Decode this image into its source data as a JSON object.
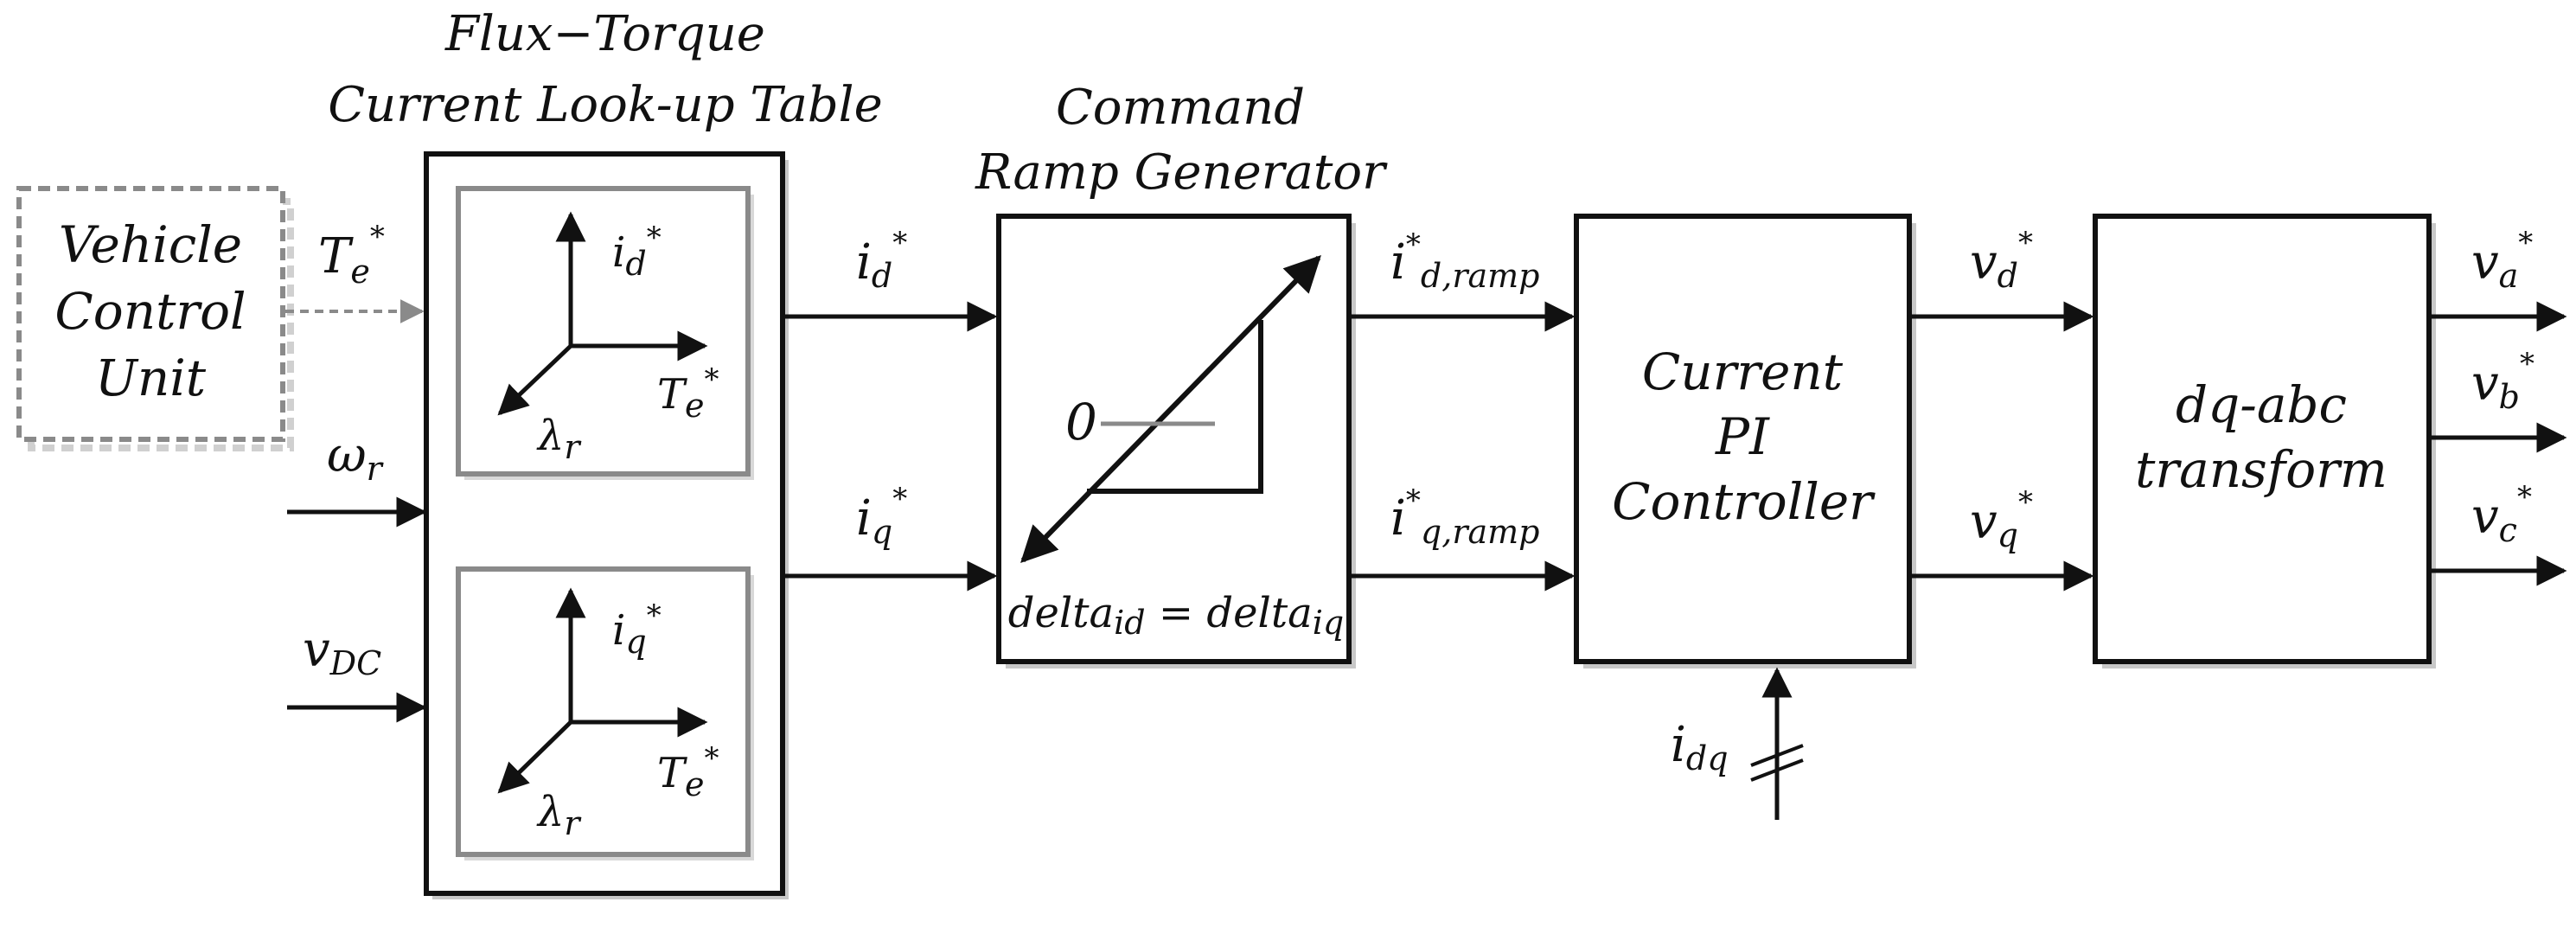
{
  "colors": {
    "stroke": "#111111",
    "inner_box": "#8a8a8a",
    "dashed": "#8a8a8a",
    "ramp_zero": "#8a8a8a",
    "shadow": "#c8c8c8"
  },
  "titles": {
    "lut_line1": "Flux−Torque",
    "lut_line2": "Current Look-up Table",
    "ramp_line1": "Command",
    "ramp_line2": "Ramp Generator"
  },
  "vcu": {
    "line1": "Vehicle",
    "line2": "Control",
    "line3": "Unit"
  },
  "inputs": {
    "te_star": {
      "base": "T",
      "sub": "e",
      "sup": "*"
    },
    "omega_r": {
      "base": "ω",
      "sub": "r"
    },
    "vdc": {
      "base": "v",
      "sub": "DC"
    }
  },
  "lut_top": {
    "axis_y": {
      "base": "i",
      "sub": "d",
      "sup": "*"
    },
    "axis_x": {
      "base": "T",
      "sub": "e",
      "sup": "*"
    },
    "axis_z": {
      "base": "λ",
      "sub": "r"
    }
  },
  "lut_bottom": {
    "axis_y": {
      "base": "i",
      "sub": "q",
      "sup": "*"
    },
    "axis_x": {
      "base": "T",
      "sub": "e",
      "sup": "*"
    },
    "axis_z": {
      "base": "λ",
      "sub": "r"
    }
  },
  "signals": {
    "id_star": {
      "base": "i",
      "sub": "d",
      "sup": "*"
    },
    "iq_star": {
      "base": "i",
      "sub": "q",
      "sup": "*"
    },
    "id_ramp": {
      "base": "i",
      "sup": "*",
      "sub": "d,ramp"
    },
    "iq_ramp": {
      "base": "i",
      "sup": "*",
      "sub": "q,ramp"
    },
    "vd_star": {
      "base": "v",
      "sub": "d",
      "sup": "*"
    },
    "vq_star": {
      "base": "v",
      "sub": "q",
      "sup": "*"
    },
    "va_star": {
      "base": "v",
      "sub": "a",
      "sup": "*"
    },
    "vb_star": {
      "base": "v",
      "sub": "b",
      "sup": "*"
    },
    "vc_star": {
      "base": "v",
      "sub": "c",
      "sup": "*"
    },
    "idq": {
      "base": "i",
      "sub": "dq"
    }
  },
  "ramp": {
    "zero": "0",
    "eq_left": "delta",
    "eq_left_sub": "id",
    "eq_mid": " = delta",
    "eq_right_sub": "iq"
  },
  "pi_block": {
    "line1": "Current",
    "line2": "PI",
    "line3": "Controller"
  },
  "dqabc_block": {
    "line1": "dq-abc",
    "line2": "transform"
  }
}
